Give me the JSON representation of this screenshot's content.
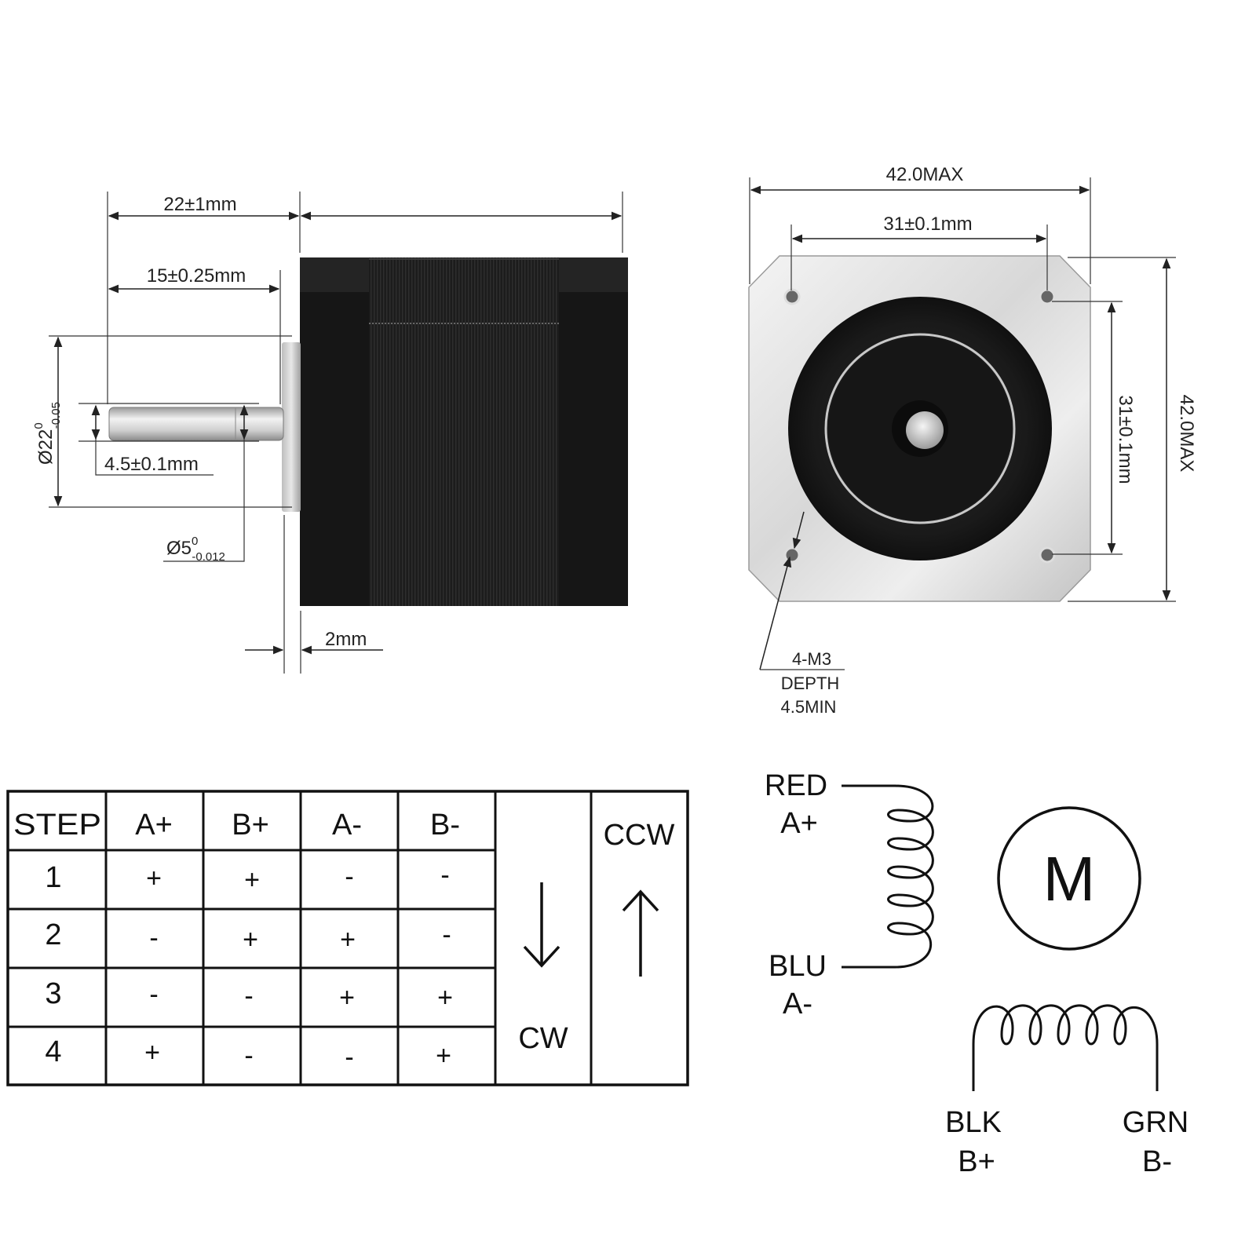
{
  "side_view": {
    "dim_shaft_length": "22±1mm",
    "dim_flat_length": "15±0.25mm",
    "dim_boss_diameter_base": "Ø22",
    "dim_boss_diameter_upper": "0",
    "dim_boss_diameter_lower": "-0.05",
    "dim_flat_depth": "4.5±0.1mm",
    "dim_shaft_diameter_base": "Ø5",
    "dim_shaft_diameter_upper": "0",
    "dim_shaft_diameter_lower": "-0.012",
    "dim_boss_height": "2mm"
  },
  "front_view": {
    "dim_width_max": "42.0MAX",
    "dim_hole_spacing_h": "31±0.1mm",
    "dim_hole_spacing_v": "31±0.1mm",
    "dim_height_max": "42.0MAX",
    "screw_note_line1": "4-M3",
    "screw_note_line2": "DEPTH",
    "screw_note_line3": "4.5MIN"
  },
  "step_table": {
    "headers": [
      "STEP",
      "A+",
      "B+",
      "A-",
      "B-"
    ],
    "rows": [
      [
        "1",
        "+",
        "+",
        "-",
        "-"
      ],
      [
        "2",
        "-",
        "+",
        "+",
        "-"
      ],
      [
        "3",
        "-",
        "-",
        "+",
        "+"
      ],
      [
        "4",
        "+",
        "-",
        "-",
        "+"
      ]
    ],
    "cw_label": "CW",
    "ccw_label": "CCW"
  },
  "wiring": {
    "coil_a_top_color": "RED",
    "coil_a_top_phase": "A+",
    "coil_a_bottom_color": "BLU",
    "coil_a_bottom_phase": "A-",
    "coil_b_left_color": "BLK",
    "coil_b_left_phase": "B+",
    "coil_b_right_color": "GRN",
    "coil_b_right_phase": "B-",
    "motor_symbol": "M"
  }
}
